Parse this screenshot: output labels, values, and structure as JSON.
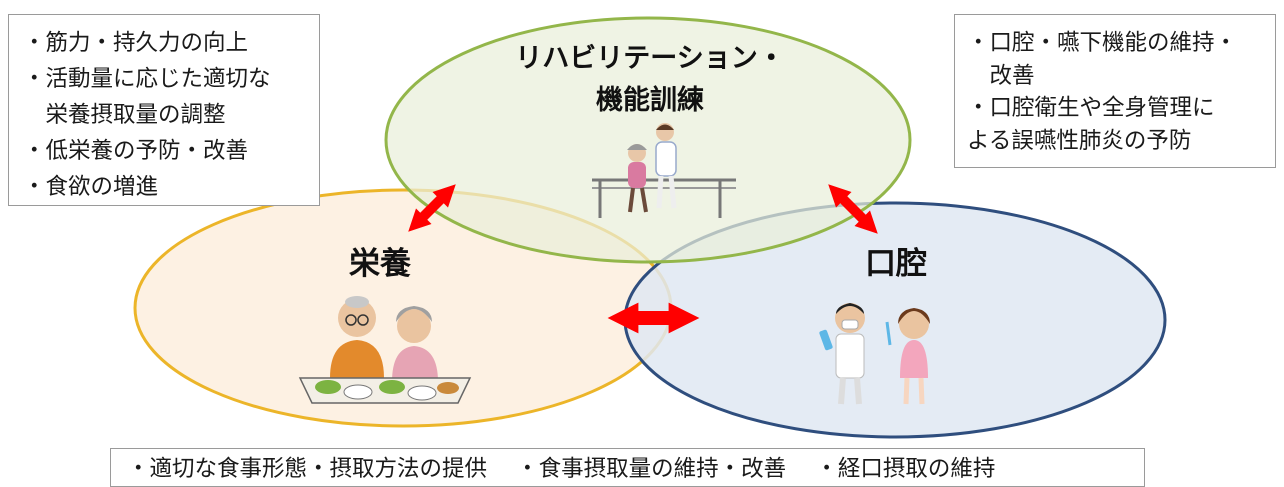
{
  "circles": {
    "rehab": {
      "title_line1": "リハビリテーション・",
      "title_line2": "機能訓練",
      "fill": "#e9efd9",
      "stroke": "#93b64a"
    },
    "nutrition": {
      "title": "栄養",
      "fill": "#fdeede",
      "stroke": "#ecb529"
    },
    "oral": {
      "title": "口腔",
      "fill": "#dfe8f2",
      "stroke": "#2f4e7e"
    }
  },
  "arrow_color": "#ff0000",
  "notes": {
    "left": [
      "・筋力・持久力の向上",
      "・活動量に応じた適切な",
      "　栄養摂取量の調整",
      "・低栄養の予防・改善",
      "・食欲の増進"
    ],
    "right": [
      "・口腔・嚥下機能の維持・",
      "　改善",
      "・口腔衛生や全身管理に",
      "よる誤嚥性肺炎の予防"
    ],
    "bottom": [
      "・適切な食事形態・摂取方法の提供",
      "・食事摂取量の維持・改善",
      "・経口摂取の維持"
    ]
  },
  "illustrations": [
    "rehab-walking-bars-illustration",
    "elderly-couple-eating-illustration",
    "dentist-and-hygienist-illustration"
  ]
}
